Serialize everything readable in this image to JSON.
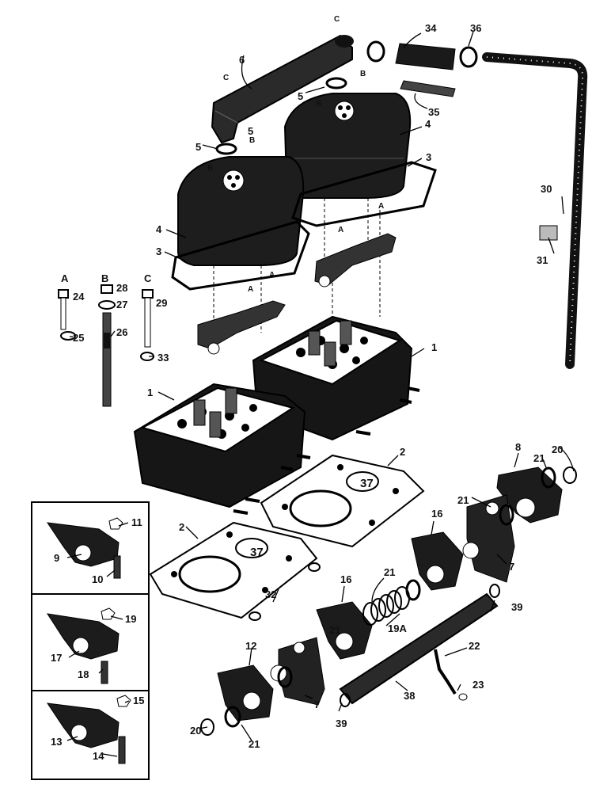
{
  "figure": {
    "callouts": {
      "c1a": "1",
      "c1b": "1",
      "c2a": "2",
      "c2b": "2",
      "c3a": "3",
      "c3b": "3",
      "c4a": "4",
      "c4b": "4",
      "c5a": "5",
      "c5b": "5",
      "c5c": "5",
      "c6": "6",
      "c7a": "7",
      "c7b": "7",
      "c8": "8",
      "c9": "9",
      "c10": "10",
      "c11": "11",
      "c12": "12",
      "c13": "13",
      "c14": "14",
      "c15": "15",
      "c16a": "16",
      "c16b": "16",
      "c17": "17",
      "c18": "18",
      "c19": "19",
      "c19A": "19A",
      "c20a": "20",
      "c20b": "20",
      "c21a": "21",
      "c21b": "21",
      "c21c": "21",
      "c21d": "21",
      "c21e": "21",
      "c22": "22",
      "c23": "23",
      "c24": "24",
      "c25": "25",
      "c26": "26",
      "c27": "27",
      "c28": "28",
      "c29": "29",
      "c30": "30",
      "c31": "31",
      "c32": "32",
      "c33": "33",
      "c34": "34",
      "c35": "35",
      "c36": "36",
      "c37a": "37",
      "c37b": "37",
      "c38": "38",
      "c39a": "39",
      "c39b": "39"
    },
    "letters": {
      "A_bolt": "A",
      "B_bolt": "B",
      "C_bolt": "C",
      "C_top1": "C",
      "C_top2": "C",
      "B_top1": "B",
      "B_top2": "B",
      "B_top3": "B",
      "B_top4": "B",
      "A_arm1": "A",
      "A_arm2": "A",
      "A_arm3": "A",
      "A_arm4": "A"
    }
  }
}
